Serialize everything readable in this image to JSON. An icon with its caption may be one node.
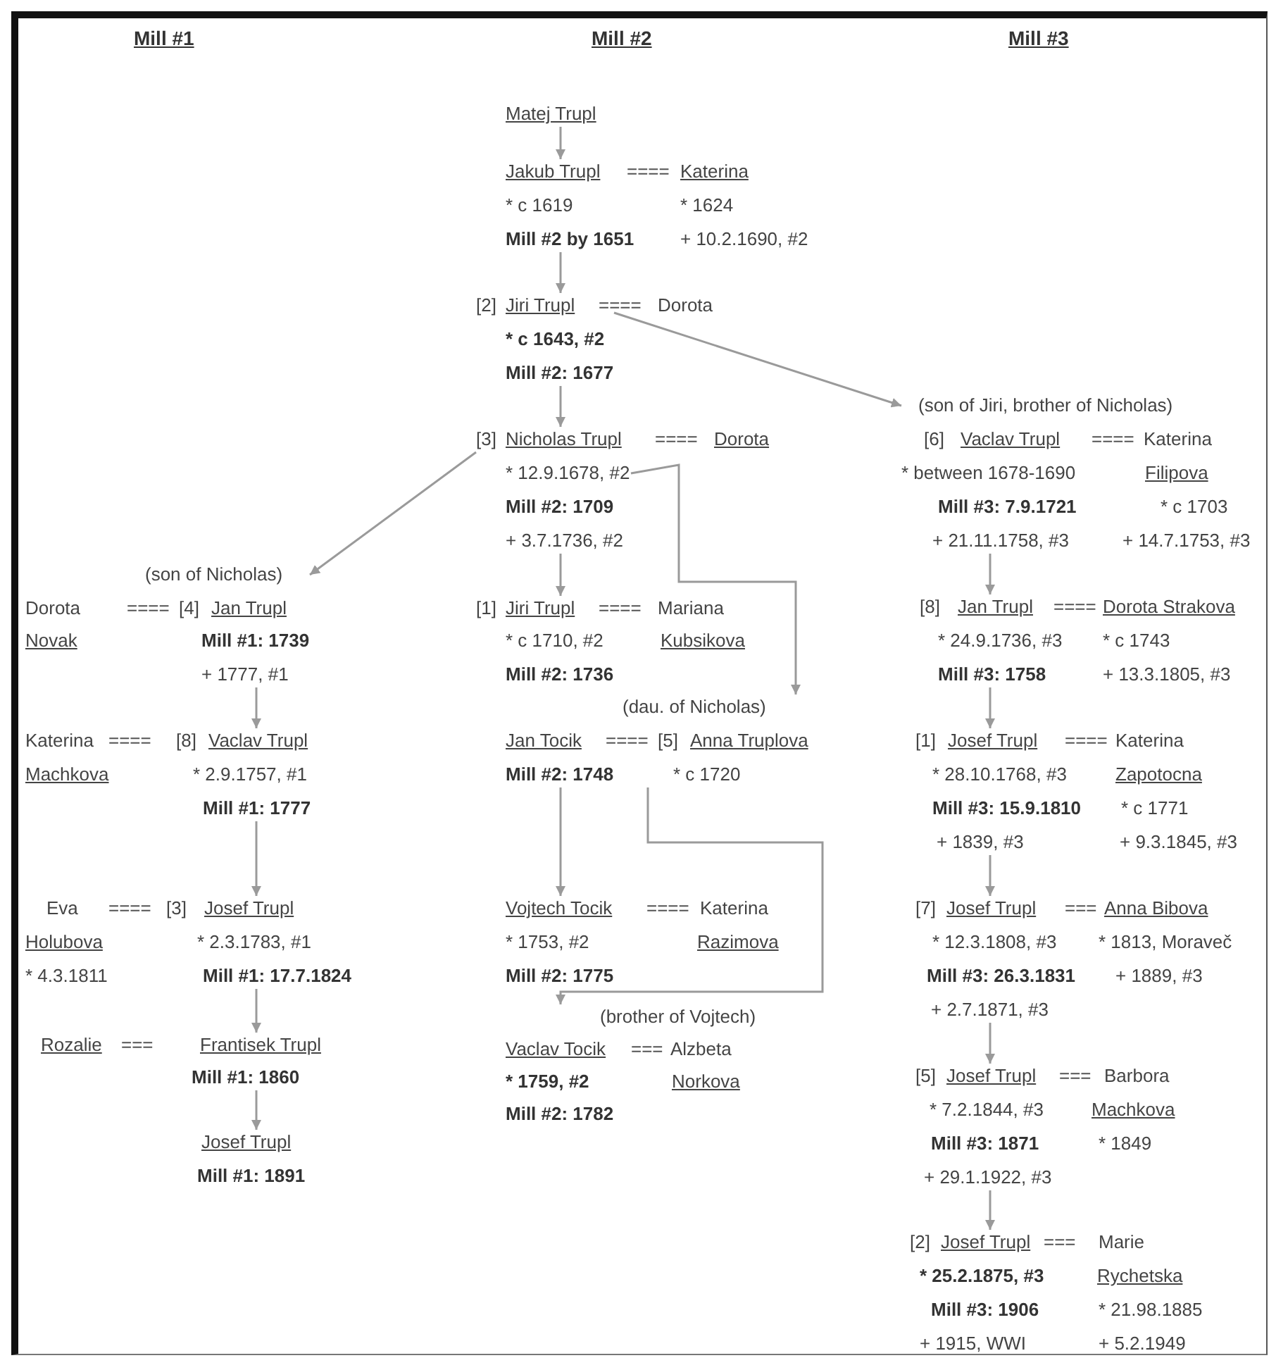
{
  "diagram": {
    "nodes": [
      {
        "text": [
          "Matej Trupl"
        ]
      },
      {
        "text": [
          "Jakub Trupl",
          "* c 1619",
          "Mill #2 by 1651"
        ]
      },
      {
        "text": [
          "Katerina",
          "* 1624",
          "+ 10.2.1690, #2"
        ]
      },
      {
        "text": [
          "[2]",
          "Jiri Trupl",
          "* c 1643, #2",
          "Mill #2: 1677"
        ]
      },
      {
        "text": [
          "Dorota"
        ]
      },
      {
        "text": [
          "(son of Jiri, brother of Nicholas)",
          "[6]",
          "Vaclav Trupl",
          "* between 1678-1690",
          "Mill #3: 7.9.1721",
          "+ 21.11.1758, #3"
        ]
      },
      {
        "text": [
          "Katerina",
          "Filipova",
          "* c 1703",
          "+ 14.7.1753, #3"
        ]
      },
      {
        "text": [
          "[3]",
          "Nicholas Trupl",
          "* 12.9.1678, #2",
          "Mill #2: 1709",
          "+ 3.7.1736, #2"
        ]
      },
      {
        "text": [
          "Dorota"
        ]
      },
      {
        "text": [
          "(son of Nicholas)",
          "[4]",
          "Jan Trupl",
          "Mill #1: 1739",
          "+ 1777, #1"
        ]
      },
      {
        "text": [
          "Dorota",
          "Novak"
        ]
      },
      {
        "text": [
          "[1]",
          "Jiri Trupl",
          "* c 1710, #2",
          "Mill #2: 1736"
        ]
      },
      {
        "text": [
          "Mariana",
          "Kubsikova"
        ]
      },
      {
        "text": [
          "(dau. of Nicholas)",
          "[5]",
          "Anna Truplova",
          "* c 1720"
        ]
      },
      {
        "text": [
          "Jan Tocik",
          "Mill #2: 1748"
        ]
      },
      {
        "text": [
          "[8]",
          "Vaclav Trupl",
          "* 2.9.1757, #1",
          "Mill #1: 1777"
        ]
      },
      {
        "text": [
          "Katerina",
          "Machkova"
        ]
      },
      {
        "text": [
          "[8]",
          "Jan Trupl",
          "* 24.9.1736, #3",
          "Mill #3: 1758"
        ]
      },
      {
        "text": [
          "Dorota Strakova",
          "* c 1743",
          "+ 13.3.1805, #3"
        ]
      },
      {
        "text": [
          "[1]",
          "Josef Trupl",
          "* 28.10.1768, #3",
          "Mill #3: 15.9.1810",
          "+ 1839, #3"
        ]
      },
      {
        "text": [
          "Katerina",
          "Zapotocna",
          "* c 1771",
          "+ 9.3.1845, #3"
        ]
      },
      {
        "text": [
          "Eva",
          "Holubova",
          "* 4.3.1811"
        ]
      },
      {
        "text": [
          "[3]",
          "Josef Trupl",
          "* 2.3.1783, #1",
          "Mill #1: 17.7.1824"
        ]
      },
      {
        "text": [
          "Vojtech Tocik",
          "* 1753, #2",
          "Mill #2: 1775"
        ]
      },
      {
        "text": [
          "Katerina",
          "Razimova"
        ]
      },
      {
        "text": [
          "[7]",
          "Josef Trupl",
          "* 12.3.1808, #3",
          "Mill #3: 26.3.1831",
          "+ 2.7.1871, #3"
        ]
      },
      {
        "text": [
          "Anna Bibova",
          "* 1813, Moraveč",
          "+ 1889, #3"
        ]
      },
      {
        "text": [
          "Rozalie"
        ]
      },
      {
        "text": [
          "Frantisek Trupl",
          "Mill #1: 1860"
        ]
      },
      {
        "text": [
          "(brother of Vojtech)",
          "Vaclav Tocik",
          "* 1759, #2",
          "Mill #2: 1782"
        ]
      },
      {
        "text": [
          "Alzbeta",
          "Norkova"
        ]
      },
      {
        "text": [
          "[5]",
          "Josef Trupl",
          "* 7.2.1844, #3",
          "Mill #3: 1871",
          "+ 29.1.1922, #3"
        ]
      },
      {
        "text": [
          "Barbora",
          "Machkova",
          "* 1849"
        ]
      },
      {
        "text": [
          "Josef Trupl",
          "Mill #1: 1891"
        ]
      },
      {
        "text": [
          "[2]",
          "Josef Trupl",
          "* 25.2.1875, #3",
          "Mill #3: 1906",
          "+ 1915, WWI"
        ]
      },
      {
        "text": [
          "Marie",
          "Rychetska",
          "* 21.98.1885",
          "+ 5.2.1949"
        ]
      }
    ],
    "edges": [
      {
        "from": 0,
        "to": 1,
        "arrow": "to"
      },
      {
        "from": 1,
        "to": 3,
        "arrow": "to"
      },
      {
        "from": 3,
        "to": 5,
        "arrow": "to"
      },
      {
        "from": 3,
        "to": 7,
        "arrow": "to"
      },
      {
        "from": 7,
        "to": 9,
        "arrow": "to"
      },
      {
        "from": 7,
        "to": 11,
        "arrow": "to"
      },
      {
        "from": 7,
        "to": 13,
        "arrow": "to"
      },
      {
        "from": 9,
        "to": 15,
        "arrow": "to"
      },
      {
        "from": 14,
        "to": 23,
        "arrow": "to"
      },
      {
        "from": 13,
        "to": 29,
        "arrow": "to"
      },
      {
        "from": 15,
        "to": 22,
        "arrow": "to"
      },
      {
        "from": 22,
        "to": 28,
        "arrow": "to"
      },
      {
        "from": 28,
        "to": 33,
        "arrow": "to"
      },
      {
        "from": 5,
        "to": 17,
        "arrow": "to"
      },
      {
        "from": 17,
        "to": 19,
        "arrow": "to"
      },
      {
        "from": 19,
        "to": 25,
        "arrow": "to"
      },
      {
        "from": 25,
        "to": 31,
        "arrow": "to"
      },
      {
        "from": 31,
        "to": 34,
        "arrow": "to"
      }
    ],
    "labels": [
      "Mill #1",
      "Mill #2",
      "Mill #3",
      "====",
      "====",
      "====",
      "====",
      "====",
      "====",
      "====",
      "====",
      "====",
      "====",
      "====",
      "====",
      "===",
      "===",
      "===",
      "===",
      "==="
    ]
  }
}
